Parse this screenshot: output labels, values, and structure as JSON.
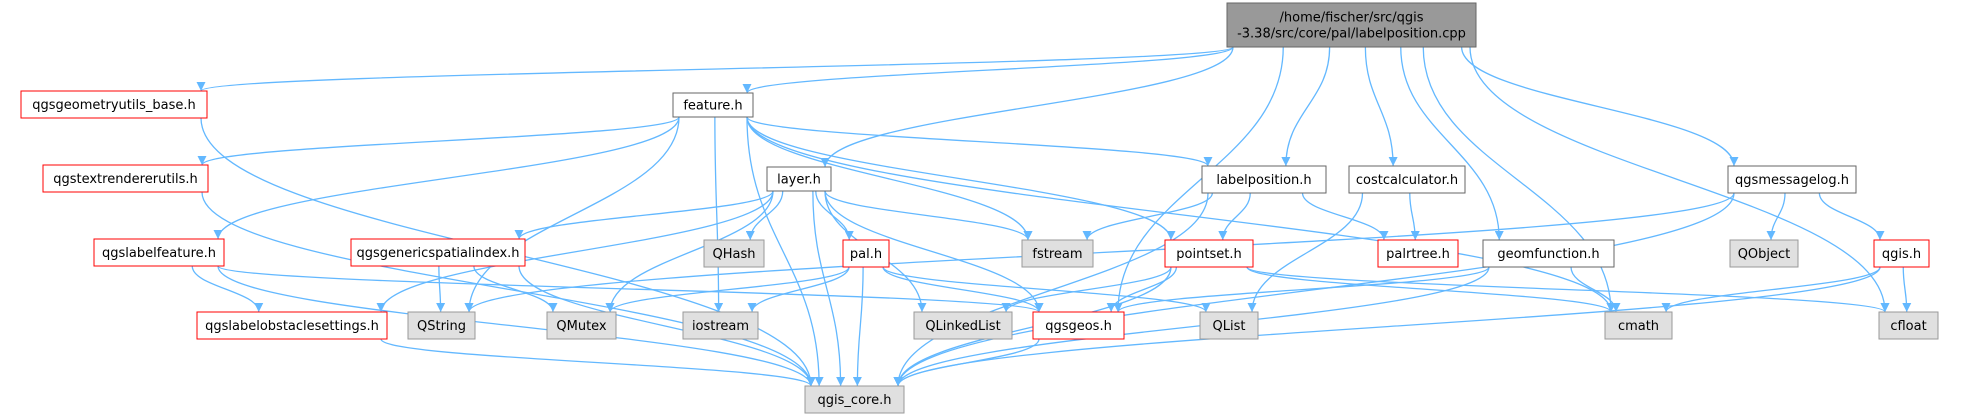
{
  "graph": {
    "colors": {
      "edge": "#63b8ff",
      "root_fill": "#999999",
      "root_border": "#666666",
      "documented_fill": "#ffffff",
      "documented_border": "#666666",
      "incomplete_border": "#ff0000",
      "external_fill": "#e0e0e0",
      "external_border": "#999999"
    },
    "nodes": [
      {
        "id": "labelposition_cpp",
        "lines": [
          "/home/fischer/src/qgis",
          "-3.38/src/core/pal/labelposition.cpp"
        ],
        "style": "root"
      },
      {
        "id": "qgsgeometryutils_base_h",
        "lines": [
          "qgsgeometryutils_base.h"
        ],
        "style": "incomplete"
      },
      {
        "id": "feature_h",
        "lines": [
          "feature.h"
        ],
        "style": "documented"
      },
      {
        "id": "qgstextrendererutils_h",
        "lines": [
          "qgstextrendererutils.h"
        ],
        "style": "incomplete"
      },
      {
        "id": "layer_h",
        "lines": [
          "layer.h"
        ],
        "style": "documented"
      },
      {
        "id": "labelposition_h",
        "lines": [
          "labelposition.h"
        ],
        "style": "documented"
      },
      {
        "id": "costcalculator_h",
        "lines": [
          "costcalculator.h"
        ],
        "style": "documented"
      },
      {
        "id": "qgsmessagelog_h",
        "lines": [
          "qgsmessagelog.h"
        ],
        "style": "documented"
      },
      {
        "id": "qgslabelfeature_h",
        "lines": [
          "qgslabelfeature.h"
        ],
        "style": "incomplete"
      },
      {
        "id": "qgsgenericspatialindex_h",
        "lines": [
          "qgsgenericspatialindex.h"
        ],
        "style": "incomplete"
      },
      {
        "id": "qhash",
        "lines": [
          "QHash"
        ],
        "style": "external"
      },
      {
        "id": "pal_h",
        "lines": [
          "pal.h"
        ],
        "style": "incomplete"
      },
      {
        "id": "fstream",
        "lines": [
          "fstream"
        ],
        "style": "external"
      },
      {
        "id": "pointset_h",
        "lines": [
          "pointset.h"
        ],
        "style": "incomplete"
      },
      {
        "id": "palrtree_h",
        "lines": [
          "palrtree.h"
        ],
        "style": "incomplete"
      },
      {
        "id": "geomfunction_h",
        "lines": [
          "geomfunction.h"
        ],
        "style": "documented"
      },
      {
        "id": "qobject",
        "lines": [
          "QObject"
        ],
        "style": "external"
      },
      {
        "id": "qgis_h",
        "lines": [
          "qgis.h"
        ],
        "style": "incomplete"
      },
      {
        "id": "qgslabelobstaclesettings_h",
        "lines": [
          "qgslabelobstaclesettings.h"
        ],
        "style": "incomplete"
      },
      {
        "id": "qstring",
        "lines": [
          "QString"
        ],
        "style": "external"
      },
      {
        "id": "qmutex",
        "lines": [
          "QMutex"
        ],
        "style": "external"
      },
      {
        "id": "iostream",
        "lines": [
          "iostream"
        ],
        "style": "external"
      },
      {
        "id": "qlinkedlist",
        "lines": [
          "QLinkedList"
        ],
        "style": "external"
      },
      {
        "id": "qgsgeos_h",
        "lines": [
          "qgsgeos.h"
        ],
        "style": "incomplete"
      },
      {
        "id": "qlist",
        "lines": [
          "QList"
        ],
        "style": "external"
      },
      {
        "id": "cmath",
        "lines": [
          "cmath"
        ],
        "style": "external"
      },
      {
        "id": "cfloat",
        "lines": [
          "cfloat"
        ],
        "style": "external"
      },
      {
        "id": "qgis_core_h",
        "lines": [
          "qgis_core.h"
        ],
        "style": "external"
      }
    ],
    "edges": [
      [
        "labelposition_cpp",
        "qgsgeometryutils_base_h"
      ],
      [
        "labelposition_cpp",
        "feature_h"
      ],
      [
        "labelposition_cpp",
        "layer_h"
      ],
      [
        "labelposition_cpp",
        "labelposition_h"
      ],
      [
        "labelposition_cpp",
        "costcalculator_h"
      ],
      [
        "labelposition_cpp",
        "qgsmessagelog_h"
      ],
      [
        "labelposition_cpp",
        "geomfunction_h"
      ],
      [
        "labelposition_cpp",
        "qgsgeos_h"
      ],
      [
        "labelposition_cpp",
        "cmath"
      ],
      [
        "labelposition_cpp",
        "cfloat"
      ],
      [
        "qgsgeometryutils_base_h",
        "qgis_core_h"
      ],
      [
        "feature_h",
        "qgstextrendererutils_h"
      ],
      [
        "feature_h",
        "qgslabelfeature_h"
      ],
      [
        "feature_h",
        "labelposition_h"
      ],
      [
        "feature_h",
        "pointset_h"
      ],
      [
        "feature_h",
        "fstream"
      ],
      [
        "feature_h",
        "iostream"
      ],
      [
        "feature_h",
        "qstring"
      ],
      [
        "feature_h",
        "cmath"
      ],
      [
        "feature_h",
        "qgis_core_h"
      ],
      [
        "qgstextrendererutils_h",
        "qgis_core_h"
      ],
      [
        "layer_h",
        "qgsgenericspatialindex_h"
      ],
      [
        "layer_h",
        "qhash"
      ],
      [
        "layer_h",
        "pal_h"
      ],
      [
        "layer_h",
        "fstream"
      ],
      [
        "layer_h",
        "qgslabelobstaclesettings_h"
      ],
      [
        "layer_h",
        "qmutex"
      ],
      [
        "layer_h",
        "qlinkedlist"
      ],
      [
        "layer_h",
        "qgsgeos_h"
      ],
      [
        "layer_h",
        "qgis_core_h"
      ],
      [
        "labelposition_h",
        "fstream"
      ],
      [
        "labelposition_h",
        "pointset_h"
      ],
      [
        "labelposition_h",
        "palrtree_h"
      ],
      [
        "labelposition_h",
        "qgis_core_h"
      ],
      [
        "costcalculator_h",
        "palrtree_h"
      ],
      [
        "costcalculator_h",
        "qlist"
      ],
      [
        "qgsmessagelog_h",
        "qobject"
      ],
      [
        "qgsmessagelog_h",
        "qgis_h"
      ],
      [
        "qgsmessagelog_h",
        "qstring"
      ],
      [
        "qgsmessagelog_h",
        "qgis_core_h"
      ],
      [
        "qgslabelfeature_h",
        "qgslabelobstaclesettings_h"
      ],
      [
        "qgslabelfeature_h",
        "qgsgeos_h"
      ],
      [
        "qgslabelfeature_h",
        "qgis_core_h"
      ],
      [
        "qgsgenericspatialindex_h",
        "qstring"
      ],
      [
        "qgsgenericspatialindex_h",
        "qmutex"
      ],
      [
        "qgsgenericspatialindex_h",
        "qgis_core_h"
      ],
      [
        "pal_h",
        "qmutex"
      ],
      [
        "pal_h",
        "iostream"
      ],
      [
        "pal_h",
        "qgsgeos_h"
      ],
      [
        "pal_h",
        "qlist"
      ],
      [
        "pal_h",
        "qgis_core_h"
      ],
      [
        "pointset_h",
        "qlinkedlist"
      ],
      [
        "pointset_h",
        "qgsgeos_h"
      ],
      [
        "pointset_h",
        "cmath"
      ],
      [
        "pointset_h",
        "cfloat"
      ],
      [
        "pointset_h",
        "qgis_core_h"
      ],
      [
        "geomfunction_h",
        "qgsgeos_h"
      ],
      [
        "geomfunction_h",
        "cmath"
      ],
      [
        "geomfunction_h",
        "qgis_core_h"
      ],
      [
        "qgis_h",
        "cmath"
      ],
      [
        "qgis_h",
        "cfloat"
      ],
      [
        "qgis_h",
        "qgis_core_h"
      ],
      [
        "qgslabelobstaclesettings_h",
        "qgis_core_h"
      ],
      [
        "qgsgeos_h",
        "qgis_core_h"
      ]
    ]
  }
}
